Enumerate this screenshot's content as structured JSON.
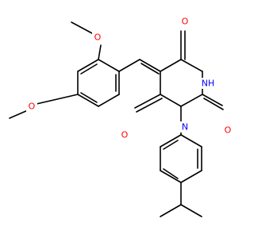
{
  "molecule": {
    "atoms": [
      {
        "id": "o-methoxy-top",
        "label": "O",
        "color": "#ff0000"
      },
      {
        "id": "o-methoxy-left",
        "label": "O",
        "color": "#ff0000"
      },
      {
        "id": "o-carbonyl-top",
        "label": "O",
        "color": "#ff0000"
      },
      {
        "id": "o-carbonyl-right",
        "label": "O",
        "color": "#ff0000"
      },
      {
        "id": "o-carbonyl-left",
        "label": "O",
        "color": "#ff0000"
      },
      {
        "id": "n-h",
        "label": "NH",
        "color": "#0000ff"
      },
      {
        "id": "n-aryl",
        "label": "N",
        "color": "#0000ff"
      }
    ]
  }
}
